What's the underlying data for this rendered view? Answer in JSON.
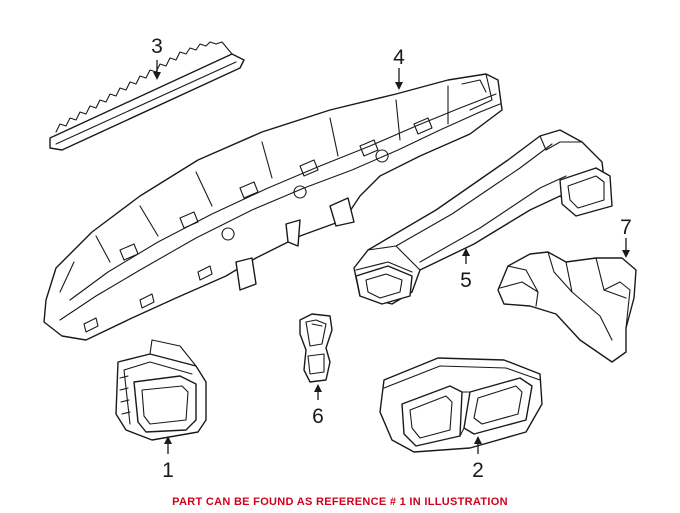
{
  "callouts": [
    "1",
    "2",
    "3",
    "4",
    "5",
    "6",
    "7"
  ],
  "footer": {
    "text": "PART CAN BE FOUND AS REFERENCE # 1 IN ILLUSTRATION",
    "color": "#d0021b"
  }
}
